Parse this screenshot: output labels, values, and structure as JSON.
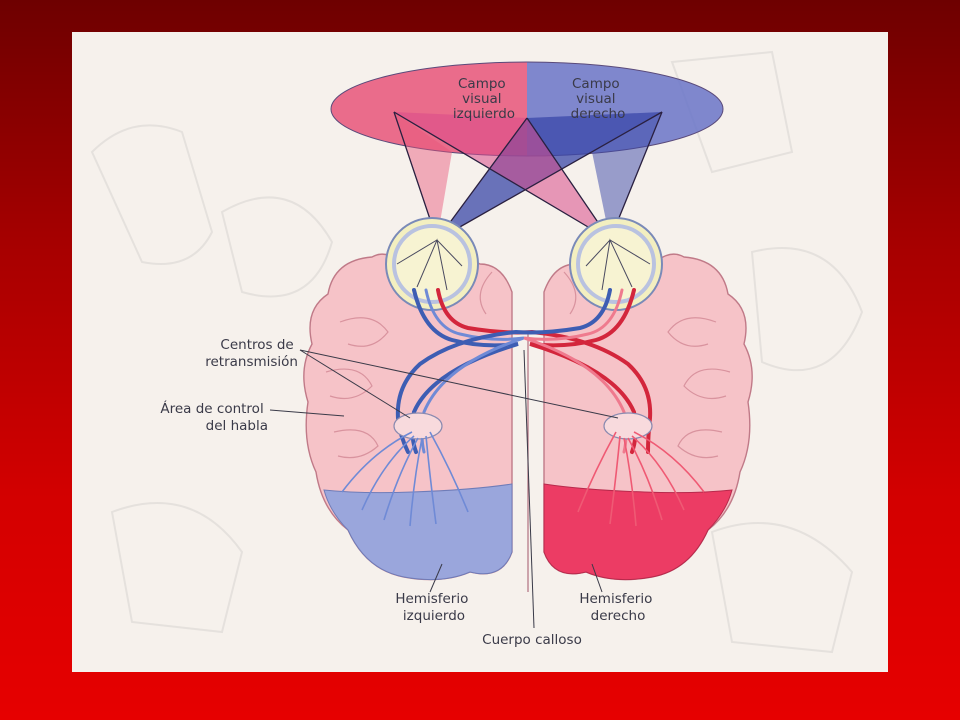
{
  "labels": {
    "left_field": [
      "Campo",
      "visual",
      "izquierdo"
    ],
    "right_field": [
      "Campo",
      "visual",
      "derecho"
    ],
    "relay_centers": [
      "Centros de",
      "retransmisión"
    ],
    "speech_area": [
      "Área de control",
      "del habla"
    ],
    "left_hemisphere": [
      "Hemisferio",
      "izquierdo"
    ],
    "right_hemisphere": [
      "Hemisferio",
      "derecho"
    ],
    "corpus_callosum": "Cuerpo calloso"
  },
  "colors": {
    "background_dark": "#6e0000",
    "background_light": "#e60000",
    "panel": "#f6f1ec",
    "left_field": "#e8557a",
    "right_field": "#6a74c8",
    "brain_tissue": "#f6c3c8",
    "left_lobe": "#9aa6dc",
    "right_lobe": "#ec3c64",
    "pathway_red": "#d3263c",
    "pathway_blue": "#3d5db3",
    "label_text": "#3a3a48"
  }
}
